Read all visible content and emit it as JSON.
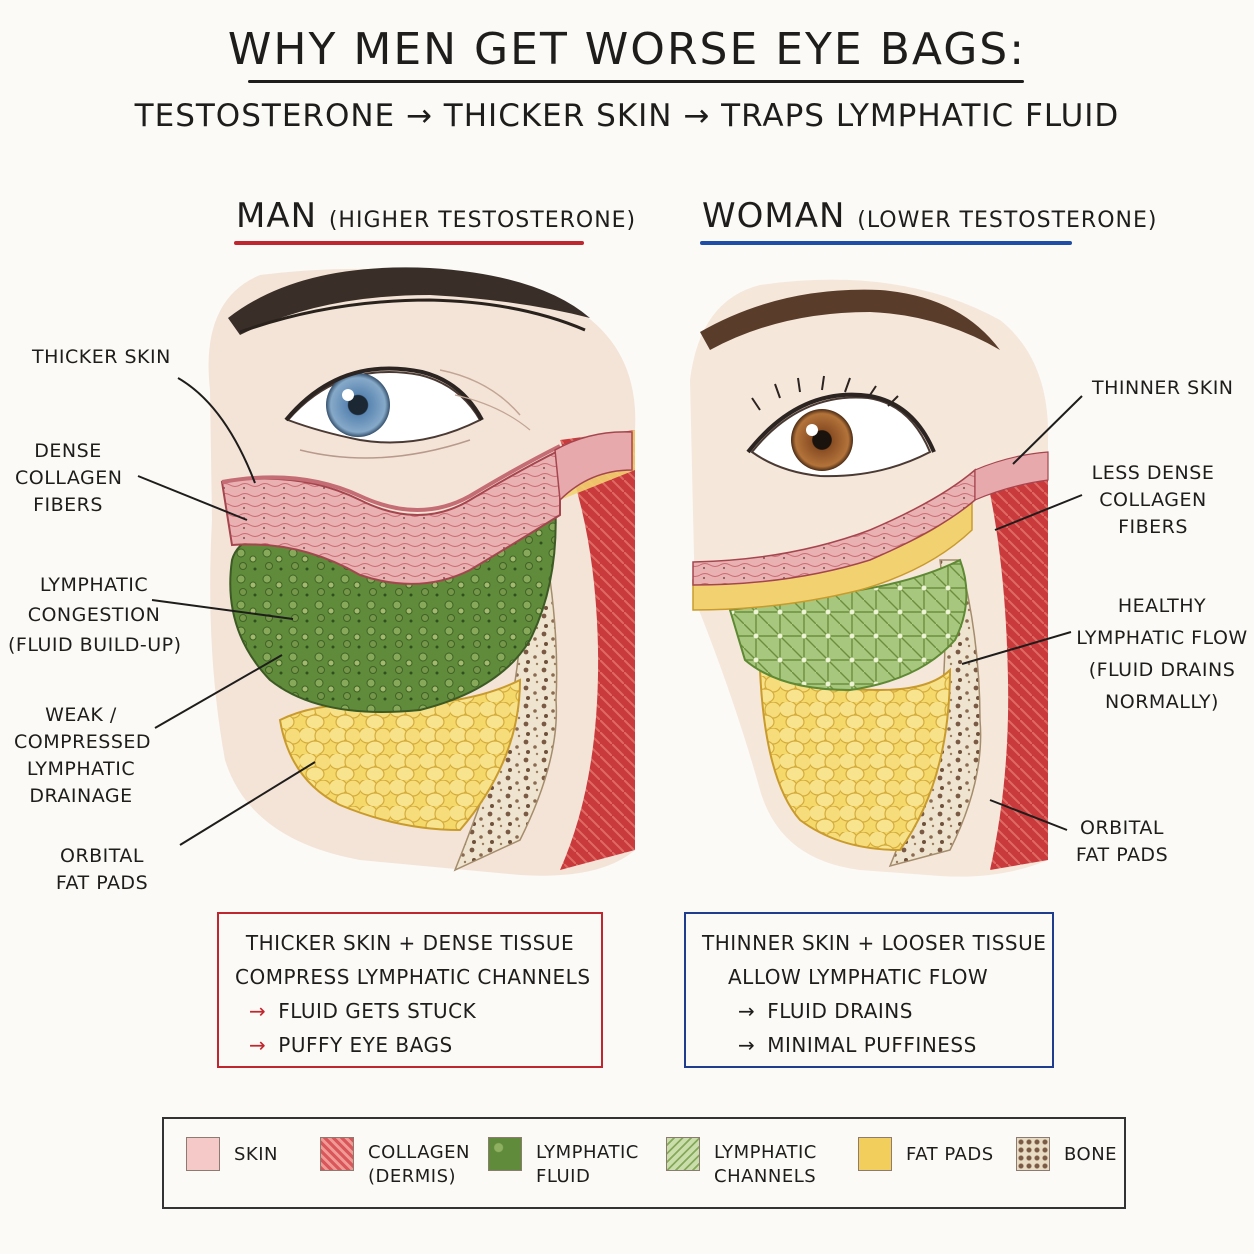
{
  "title": "WHY MEN GET WORSE EYE BAGS:",
  "subtitle": "TESTOSTERONE → THICKER SKIN → TRAPS LYMPHATIC FLUID",
  "man": {
    "heading": "MAN",
    "heading_note": "(HIGHER TESTOSTERONE)",
    "labels": {
      "thicker_skin": "THICKER SKIN",
      "dense_collagen": [
        "DENSE",
        "COLLAGEN",
        "FIBERS"
      ],
      "lymphatic_congestion": [
        "LYMPHATIC",
        "CONGESTION",
        "(FLUID BUILD-UP)"
      ],
      "weak_drainage": [
        "WEAK /",
        "COMPRESSED",
        "LYMPHATIC",
        "DRAINAGE"
      ],
      "orbital_fat": [
        "ORBITAL",
        "FAT PADS"
      ]
    },
    "box": {
      "lines": [
        "THICKER SKIN + DENSE TISSUE",
        "COMPRESS LYMPHATIC CHANNELS"
      ],
      "results": [
        "FLUID GETS STUCK",
        "PUFFY EYE BAGS"
      ]
    }
  },
  "woman": {
    "heading": "WOMAN",
    "heading_note": "(LOWER TESTOSTERONE)",
    "labels": {
      "thinner_skin": "THINNER SKIN",
      "less_dense_collagen": [
        "LESS DENSE",
        "COLLAGEN",
        "FIBERS"
      ],
      "healthy_flow": [
        "HEALTHY",
        "LYMPHATIC FLOW",
        "(FLUID DRAINS",
        "NORMALLY)"
      ],
      "orbital_fat": [
        "ORBITAL",
        "FAT PADS"
      ]
    },
    "box": {
      "lines": [
        "THINNER SKIN + LOOSER TISSUE",
        "ALLOW LYMPHATIC FLOW"
      ],
      "results": [
        "FLUID DRAINS",
        "MINIMAL PUFFINESS"
      ]
    }
  },
  "legend": [
    {
      "label": [
        "SKIN"
      ],
      "color": "#f4c9c8"
    },
    {
      "label": [
        "COLLAGEN",
        "(DERMIS)"
      ],
      "color": "#d9565a"
    },
    {
      "label": [
        "LYMPHATIC",
        "FLUID"
      ],
      "color": "#5f8b3a"
    },
    {
      "label": [
        "LYMPHATIC",
        "CHANNELS"
      ],
      "color": "#c9deaa"
    },
    {
      "label": [
        "FAT PADS"
      ],
      "color": "#f2cf5c"
    },
    {
      "label": [
        "BONE"
      ],
      "color": "#e8dcc4"
    }
  ],
  "colors": {
    "man_accent": "#c0262d",
    "woman_accent": "#1f4ea8",
    "ink": "#1e1d1c"
  }
}
